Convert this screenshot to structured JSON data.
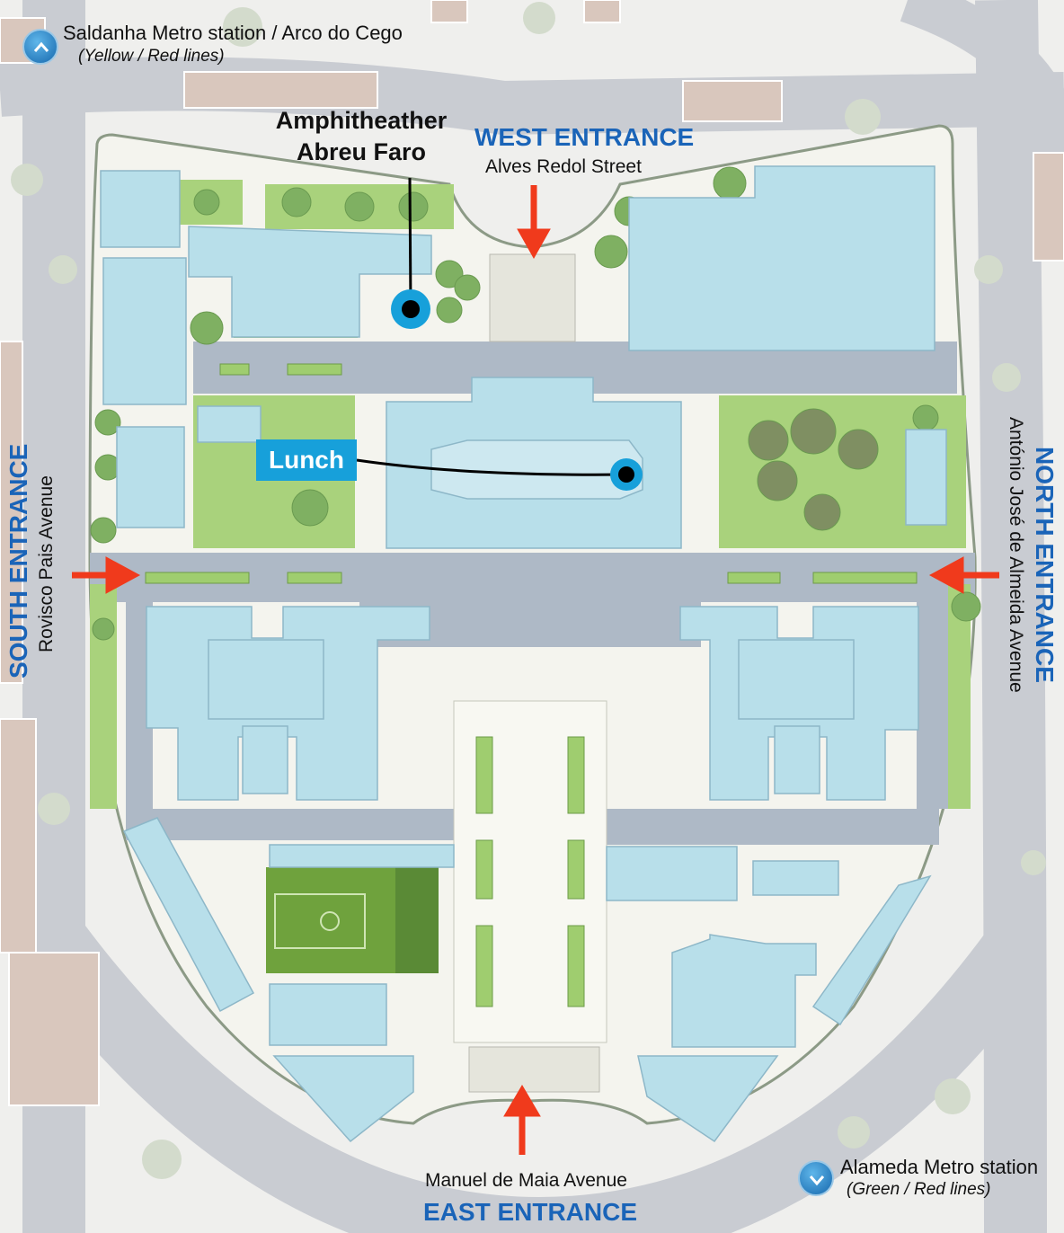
{
  "metro_north": {
    "name": "Saldanha Metro station / Arco do Cego",
    "lines": "(Yellow / Red lines)",
    "icon": "chevron-up-icon"
  },
  "metro_south": {
    "name": "Alameda Metro station",
    "lines": "(Green / Red lines)",
    "icon": "chevron-down-icon"
  },
  "amphitheater": {
    "line1": "Amphitheather",
    "line2": "Abreu Faro"
  },
  "west_entrance": {
    "title": "WEST ENTRANCE",
    "street": "Alves Redol Street"
  },
  "south_entrance": {
    "title": "SOUTH ENTRANCE",
    "street": "Rovisco Pais Avenue"
  },
  "north_entrance": {
    "title": "NORTH ENTRANCE",
    "street": "António José de Almeida Avenue"
  },
  "east_entrance": {
    "title": "EAST ENTRANCE",
    "street": "Manuel de Maia Avenue"
  },
  "lunch": {
    "label": "Lunch"
  },
  "colors": {
    "entrance_text": "#1a64b8",
    "arrow": "#f03a1c",
    "marker": "#17a0da",
    "building": "#b8dfea",
    "paving": "#aeb9c6"
  }
}
